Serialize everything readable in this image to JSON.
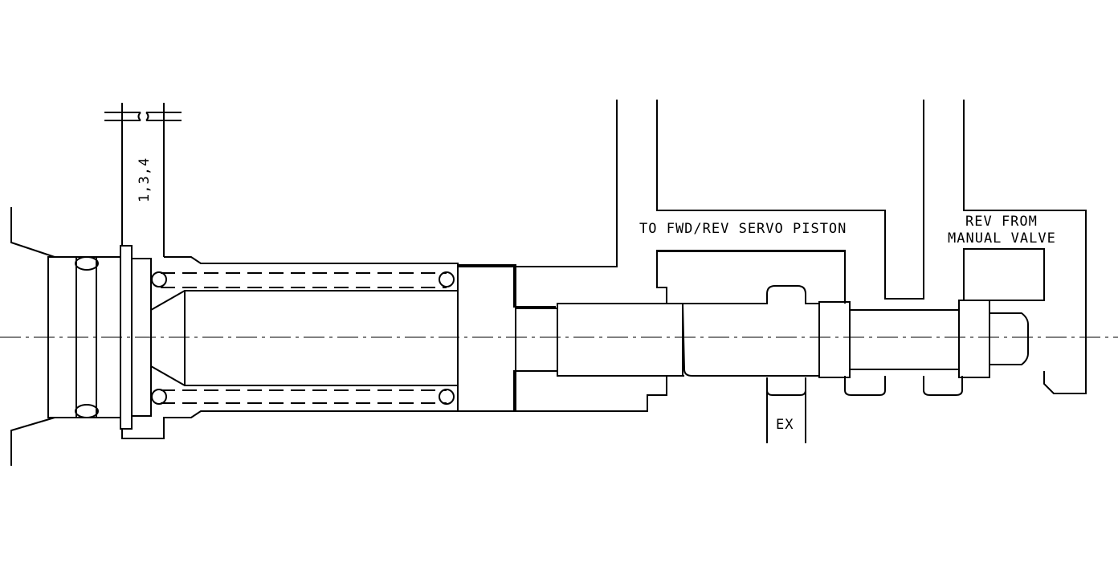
{
  "diagram": {
    "labels": {
      "port_134": "1,3,4",
      "to_servo": "TO FWD/REV SERVO PISTON",
      "rev_from_line1": "REV FROM",
      "rev_from_line2": "MANUAL VALVE",
      "exhaust": "EX"
    }
  }
}
